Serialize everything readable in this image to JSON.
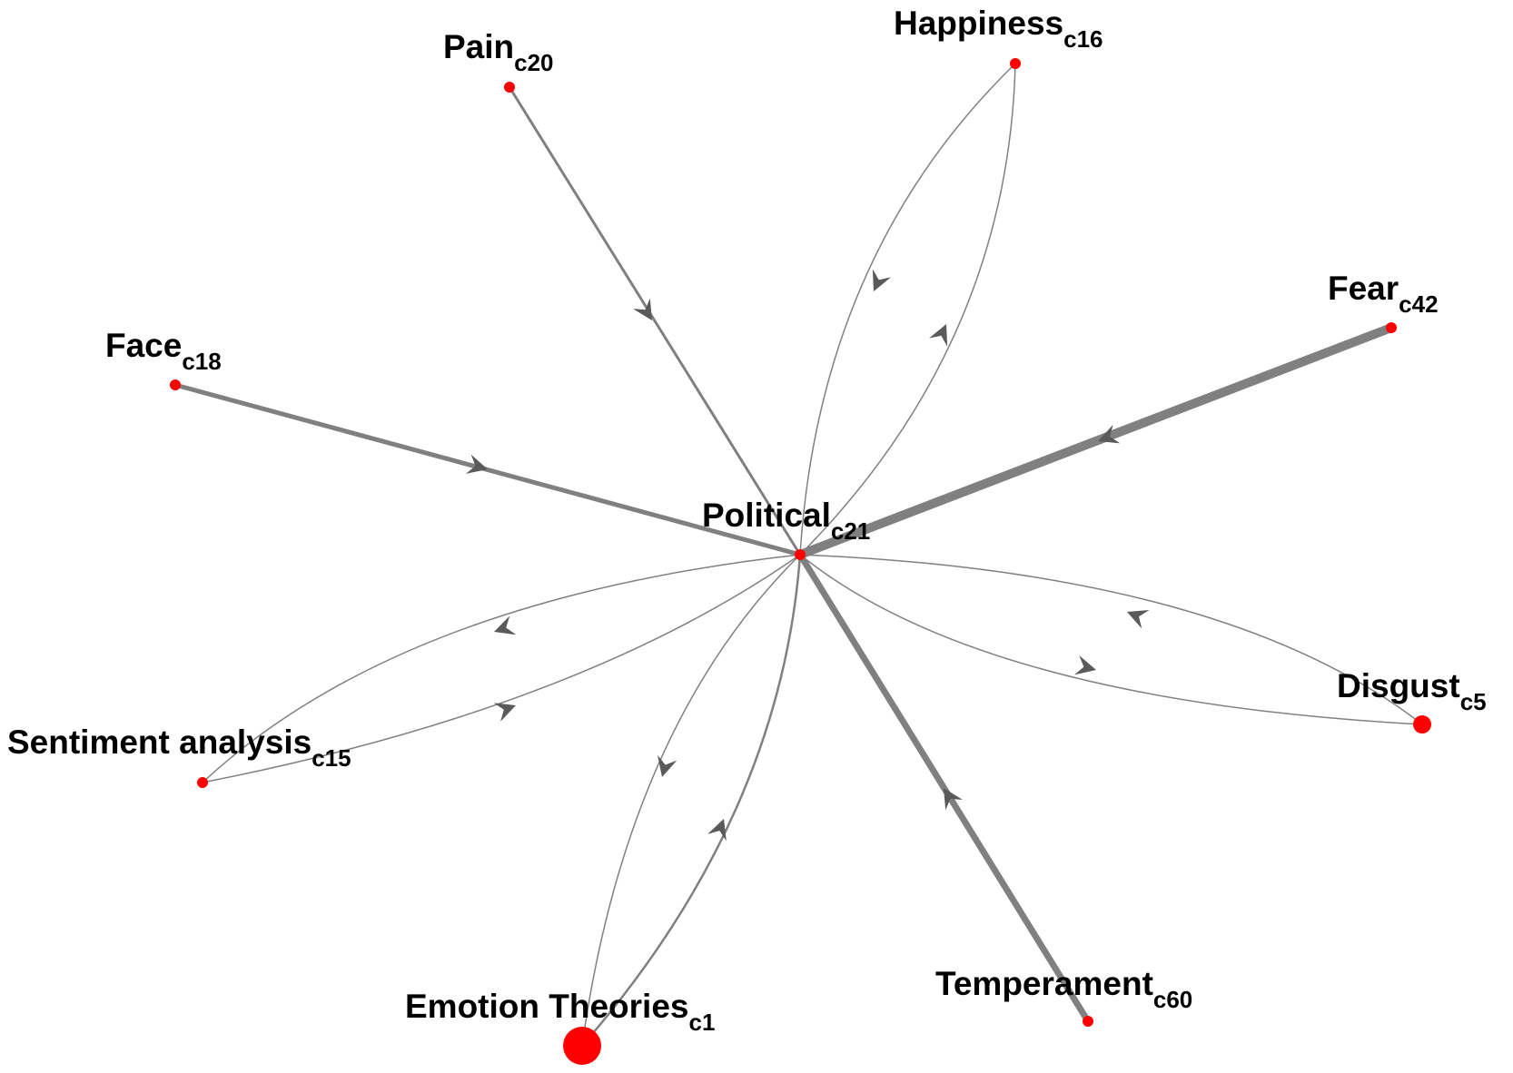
{
  "diagram": {
    "type": "directed-network",
    "colors": {
      "node": "#ff0000",
      "edge": "#808080",
      "arrow": "#5a5a5a",
      "label": "#000000"
    },
    "nodes": [
      {
        "id": "political",
        "name": "Political",
        "cluster": "c21"
      },
      {
        "id": "happiness",
        "name": "Happiness",
        "cluster": "c16"
      },
      {
        "id": "pain",
        "name": "Pain",
        "cluster": "c20"
      },
      {
        "id": "fear",
        "name": "Fear",
        "cluster": "c42"
      },
      {
        "id": "face",
        "name": "Face",
        "cluster": "c18"
      },
      {
        "id": "disgust",
        "name": "Disgust",
        "cluster": "c5"
      },
      {
        "id": "sentiment",
        "name": "Sentiment analysis",
        "cluster": "c15"
      },
      {
        "id": "emotion",
        "name": "Emotion Theories",
        "cluster": "c1"
      },
      {
        "id": "temperament",
        "name": "Temperament",
        "cluster": "c60"
      }
    ],
    "edges": [
      {
        "from": "pain",
        "to": "political"
      },
      {
        "from": "face",
        "to": "political"
      },
      {
        "from": "fear",
        "to": "political"
      },
      {
        "from": "temperament",
        "to": "political"
      },
      {
        "from": "happiness",
        "to": "political"
      },
      {
        "from": "political",
        "to": "happiness"
      },
      {
        "from": "political",
        "to": "sentiment"
      },
      {
        "from": "sentiment",
        "to": "political"
      },
      {
        "from": "political",
        "to": "disgust"
      },
      {
        "from": "disgust",
        "to": "political"
      },
      {
        "from": "political",
        "to": "emotion"
      },
      {
        "from": "emotion",
        "to": "political"
      }
    ]
  }
}
